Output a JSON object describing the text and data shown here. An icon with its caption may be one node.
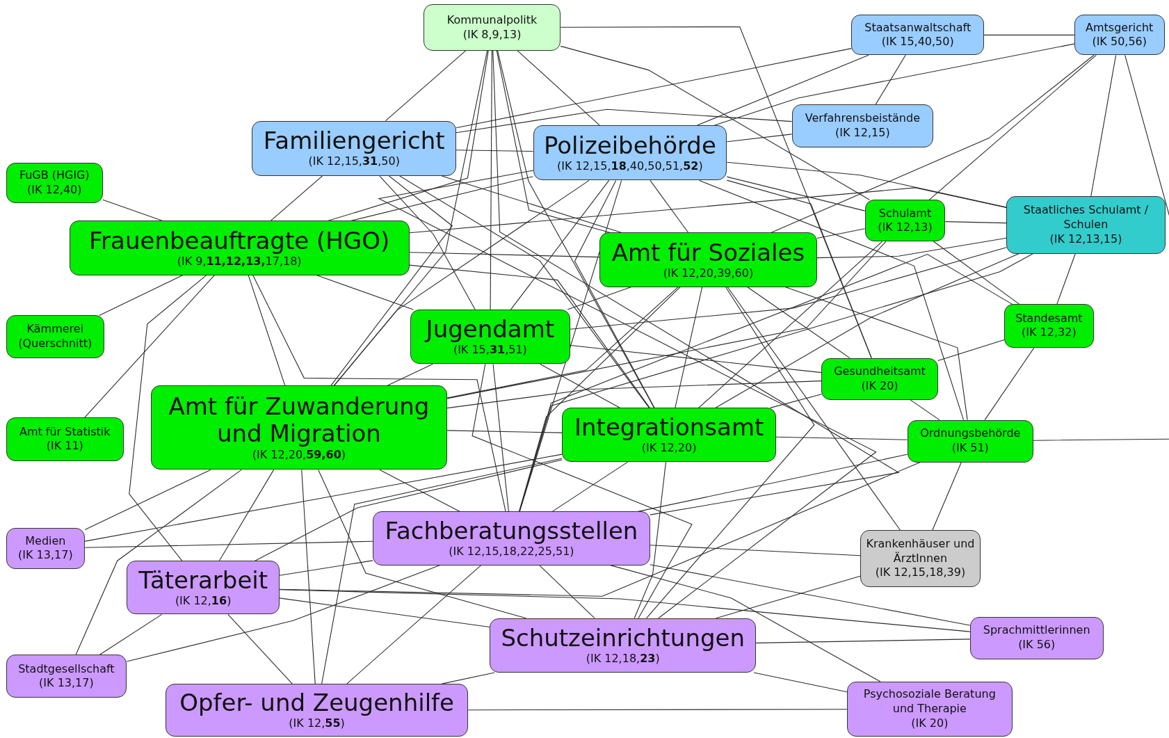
{
  "diagram": {
    "nodes": [
      {
        "text": [
          "Kommunalpolitk",
          "(IK 8,9,13)"
        ]
      },
      {
        "text": [
          "Staatsanwaltschaft",
          "(IK 15,40,50)"
        ]
      },
      {
        "text": [
          "Amtsgericht",
          "(IK 50,56)"
        ]
      },
      {
        "text": [
          "Familiengericht",
          "(IK 12,15,**31**,50)"
        ]
      },
      {
        "text": [
          "Polizeibehörde",
          "(IK 12,15,**18**,40,50,51,**52**)"
        ]
      },
      {
        "text": [
          "Verfahrensbeistände",
          "(IK 12,15)"
        ]
      },
      {
        "text": [
          "FuGB (HGlG)",
          "(IK 12,40)"
        ]
      },
      {
        "text": [
          "Frauenbeauftragte (HGO)",
          "(IK 9,**11,12,13,**17,18)"
        ]
      },
      {
        "text": [
          "Schulamt",
          "(IK 12,13)"
        ]
      },
      {
        "text": [
          "Staatliches Schulamt / Schulen",
          "(IK 12,13,15)"
        ]
      },
      {
        "text": [
          "Amt für Soziales",
          "(IK 12,20,39,60)"
        ]
      },
      {
        "text": [
          "Kämmerei (Querschnitt)"
        ]
      },
      {
        "text": [
          "Jugendamt",
          "(IK 15,**31**,51)"
        ]
      },
      {
        "text": [
          "Standesamt",
          "(IK 12,32)"
        ]
      },
      {
        "text": [
          "Gesundheitsamt",
          "(IK 20)"
        ]
      },
      {
        "text": [
          "Amt für Statistik",
          "(IK 11)"
        ]
      },
      {
        "text": [
          "Amt für Zuwanderung und Migration",
          "(IK 12,20,**59,60**)"
        ]
      },
      {
        "text": [
          "Integrationsamt",
          "(IK 12,20)"
        ]
      },
      {
        "text": [
          "Ordnungsbehörde",
          "(IK 51)"
        ]
      },
      {
        "text": [
          "Medien",
          "(IK 13,17)"
        ]
      },
      {
        "text": [
          "Fachberatungsstellen",
          "(IK 12,15,18,22,25,51)"
        ]
      },
      {
        "text": [
          "Krankenhäuser und ÄrztInnen",
          "(IK 12,15,18,39)"
        ]
      },
      {
        "text": [
          "Täterarbeit",
          "(IK 12,**16**)"
        ]
      },
      {
        "text": [
          "Sprachmittlerinnen",
          "(IK 56)"
        ]
      },
      {
        "text": [
          "Schutzeinrichtungen",
          "(IK 12,18,**23**)"
        ]
      },
      {
        "text": [
          "Stadtgesellschaft",
          "(IK 13,17)"
        ]
      },
      {
        "text": [
          "Opfer- und Zeugenhilfe",
          "(IK 12,**55**)"
        ]
      },
      {
        "text": [
          "Psychosoziale Beratung und Therapie",
          "(IK 20)"
        ]
      }
    ],
    "edges": [
      {
        "from": 0,
        "to": 7,
        "arrow": "none"
      },
      {
        "from": 0,
        "to": 3,
        "arrow": "none"
      },
      {
        "from": 0,
        "to": 4,
        "arrow": "none"
      },
      {
        "from": 0,
        "to": 12,
        "arrow": "none"
      },
      {
        "from": 0,
        "to": 10,
        "arrow": "none"
      },
      {
        "from": 0,
        "to": 16,
        "arrow": "none"
      },
      {
        "from": 0,
        "to": 17,
        "arrow": "none"
      },
      {
        "from": 0,
        "to": 14,
        "arrow": "none"
      },
      {
        "from": 0,
        "to": 8,
        "arrow": "none"
      },
      {
        "from": 0,
        "to": 20,
        "arrow": "none"
      },
      {
        "from": 1,
        "to": 2,
        "arrow": "none"
      },
      {
        "from": 1,
        "to": 3,
        "arrow": "none"
      },
      {
        "from": 1,
        "to": 5,
        "arrow": "none"
      },
      {
        "from": 1,
        "to": 4,
        "arrow": "none"
      },
      {
        "from": 2,
        "to": 4,
        "arrow": "none"
      },
      {
        "from": 2,
        "to": 8,
        "arrow": "none"
      },
      {
        "from": 2,
        "to": 9,
        "arrow": "none"
      },
      {
        "from": 2,
        "to": 18,
        "arrow": "none"
      },
      {
        "from": 2,
        "to": 10,
        "arrow": "none"
      },
      {
        "from": 3,
        "to": 4,
        "arrow": "none"
      },
      {
        "from": 3,
        "to": 5,
        "arrow": "none"
      },
      {
        "from": 3,
        "to": 7,
        "arrow": "none"
      },
      {
        "from": 3,
        "to": 12,
        "arrow": "none"
      },
      {
        "from": 3,
        "to": 16,
        "arrow": "none"
      },
      {
        "from": 3,
        "to": 17,
        "arrow": "none"
      },
      {
        "from": 3,
        "to": 10,
        "arrow": "none"
      },
      {
        "from": 4,
        "to": 5,
        "arrow": "none"
      },
      {
        "from": 4,
        "to": 7,
        "arrow": "none"
      },
      {
        "from": 4,
        "to": 10,
        "arrow": "none"
      },
      {
        "from": 4,
        "to": 12,
        "arrow": "none"
      },
      {
        "from": 4,
        "to": 16,
        "arrow": "none"
      },
      {
        "from": 4,
        "to": 17,
        "arrow": "none"
      },
      {
        "from": 4,
        "to": 20,
        "arrow": "none"
      },
      {
        "from": 4,
        "to": 24,
        "arrow": "none"
      },
      {
        "from": 4,
        "to": 14,
        "arrow": "none"
      },
      {
        "from": 4,
        "to": 18,
        "arrow": "none"
      },
      {
        "from": 4,
        "to": 9,
        "arrow": "none"
      },
      {
        "from": 4,
        "to": 8,
        "arrow": "none"
      },
      {
        "from": 6,
        "to": 7,
        "arrow": "none"
      },
      {
        "from": 7,
        "to": 10,
        "arrow": "none"
      },
      {
        "from": 7,
        "to": 11,
        "arrow": "none"
      },
      {
        "from": 7,
        "to": 15,
        "arrow": "none"
      },
      {
        "from": 7,
        "to": 12,
        "arrow": "none"
      },
      {
        "from": 7,
        "to": 16,
        "arrow": "none"
      },
      {
        "from": 7,
        "to": 20,
        "arrow": "none"
      },
      {
        "from": 7,
        "to": 22,
        "arrow": "none"
      },
      {
        "from": 7,
        "to": 17,
        "arrow": "none"
      },
      {
        "from": 7,
        "to": 9,
        "arrow": "none"
      },
      {
        "from": 8,
        "to": 9,
        "arrow": "none"
      },
      {
        "from": 8,
        "to": 10,
        "arrow": "none"
      },
      {
        "from": 8,
        "to": 17,
        "arrow": "none"
      },
      {
        "from": 8,
        "to": 16,
        "arrow": "none"
      },
      {
        "from": 8,
        "to": 13,
        "arrow": "none"
      },
      {
        "from": 9,
        "to": 10,
        "arrow": "none"
      },
      {
        "from": 9,
        "to": 12,
        "arrow": "none"
      },
      {
        "from": 9,
        "to": 17,
        "arrow": "none"
      },
      {
        "from": 9,
        "to": 13,
        "arrow": "none"
      },
      {
        "from": 9,
        "to": 20,
        "arrow": "none"
      },
      {
        "from": 10,
        "to": 12,
        "arrow": "none"
      },
      {
        "from": 10,
        "to": 16,
        "arrow": "none"
      },
      {
        "from": 10,
        "to": 17,
        "arrow": "none"
      },
      {
        "from": 10,
        "to": 20,
        "arrow": "none"
      },
      {
        "from": 10,
        "to": 14,
        "arrow": "none"
      },
      {
        "from": 10,
        "to": 21,
        "arrow": "none"
      },
      {
        "from": 10,
        "to": 24,
        "arrow": "none"
      },
      {
        "from": 10,
        "to": 18,
        "arrow": "none"
      },
      {
        "from": 12,
        "to": 16,
        "arrow": "none"
      },
      {
        "from": 12,
        "to": 17,
        "arrow": "none"
      },
      {
        "from": 12,
        "to": 20,
        "arrow": "none"
      },
      {
        "from": 12,
        "to": 24,
        "arrow": "none"
      },
      {
        "from": 12,
        "to": 14,
        "arrow": "none"
      },
      {
        "from": 13,
        "to": 14,
        "arrow": "none"
      },
      {
        "from": 13,
        "to": 18,
        "arrow": "none"
      },
      {
        "from": 13,
        "to": 20,
        "arrow": "none"
      },
      {
        "from": 14,
        "to": 18,
        "arrow": "none"
      },
      {
        "from": 14,
        "to": 16,
        "arrow": "none"
      },
      {
        "from": 14,
        "to": 17,
        "arrow": "none"
      },
      {
        "from": 16,
        "to": 17,
        "arrow": "none"
      },
      {
        "from": 16,
        "to": 20,
        "arrow": "none"
      },
      {
        "from": 16,
        "to": 22,
        "arrow": "none"
      },
      {
        "from": 16,
        "to": 24,
        "arrow": "none"
      },
      {
        "from": 16,
        "to": 26,
        "arrow": "none"
      },
      {
        "from": 16,
        "to": 19,
        "arrow": "none"
      },
      {
        "from": 17,
        "to": 20,
        "arrow": "none"
      },
      {
        "from": 17,
        "to": 22,
        "arrow": "none"
      },
      {
        "from": 17,
        "to": 24,
        "arrow": "none"
      },
      {
        "from": 17,
        "to": 26,
        "arrow": "none"
      },
      {
        "from": 17,
        "to": 18,
        "arrow": "none"
      },
      {
        "from": 18,
        "to": 20,
        "arrow": "none"
      },
      {
        "from": 18,
        "to": 21,
        "arrow": "none"
      },
      {
        "from": 18,
        "to": 22,
        "arrow": "none"
      },
      {
        "from": 19,
        "to": 20,
        "arrow": "none"
      },
      {
        "from": 19,
        "to": 17,
        "arrow": "none"
      },
      {
        "from": 20,
        "to": 21,
        "arrow": "none"
      },
      {
        "from": 20,
        "to": 22,
        "arrow": "none"
      },
      {
        "from": 20,
        "to": 24,
        "arrow": "none"
      },
      {
        "from": 20,
        "to": 26,
        "arrow": "none"
      },
      {
        "from": 20,
        "to": 25,
        "arrow": "none"
      },
      {
        "from": 20,
        "to": 23,
        "arrow": "none"
      },
      {
        "from": 20,
        "to": 27,
        "arrow": "none"
      },
      {
        "from": 21,
        "to": 24,
        "arrow": "none"
      },
      {
        "from": 22,
        "to": 24,
        "arrow": "none"
      },
      {
        "from": 22,
        "to": 26,
        "arrow": "none"
      },
      {
        "from": 22,
        "to": 25,
        "arrow": "none"
      },
      {
        "from": 22,
        "to": 23,
        "arrow": "none"
      },
      {
        "from": 24,
        "to": 26,
        "arrow": "none"
      },
      {
        "from": 24,
        "to": 27,
        "arrow": "none"
      },
      {
        "from": 24,
        "to": 23,
        "arrow": "none"
      },
      {
        "from": 25,
        "to": 16,
        "arrow": "none"
      },
      {
        "from": 26,
        "to": 27,
        "arrow": "none"
      }
    ]
  }
}
